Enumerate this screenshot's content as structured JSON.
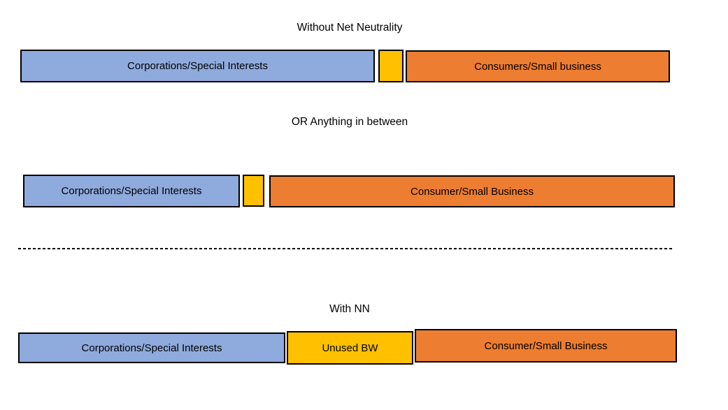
{
  "colors": {
    "blue": "#8FAADC",
    "yellow": "#FFC000",
    "orange": "#ED7D31",
    "border": "#000000",
    "text": "#000000"
  },
  "sections": {
    "without_nn": {
      "title": "Without Net Neutrality",
      "segments": [
        {
          "label": "Corporations/Special Interests",
          "color": "#8FAADC"
        },
        {
          "label": "",
          "color": "#FFC000"
        },
        {
          "label": "Consumers/Small business",
          "color": "#ED7D31"
        }
      ]
    },
    "anything_between": {
      "title": "OR Anything in between",
      "segments": [
        {
          "label": "Corporations/Special Interests",
          "color": "#8FAADC"
        },
        {
          "label": "",
          "color": "#FFC000"
        },
        {
          "label": "Consumer/Small Business",
          "color": "#ED7D31"
        }
      ]
    },
    "with_nn": {
      "title": "With NN",
      "segments": [
        {
          "label": "Corporations/Special Interests",
          "color": "#8FAADC"
        },
        {
          "label": "Unused BW",
          "color": "#FFC000"
        },
        {
          "label": "Consumer/Small Business",
          "color": "#ED7D31"
        }
      ]
    }
  }
}
